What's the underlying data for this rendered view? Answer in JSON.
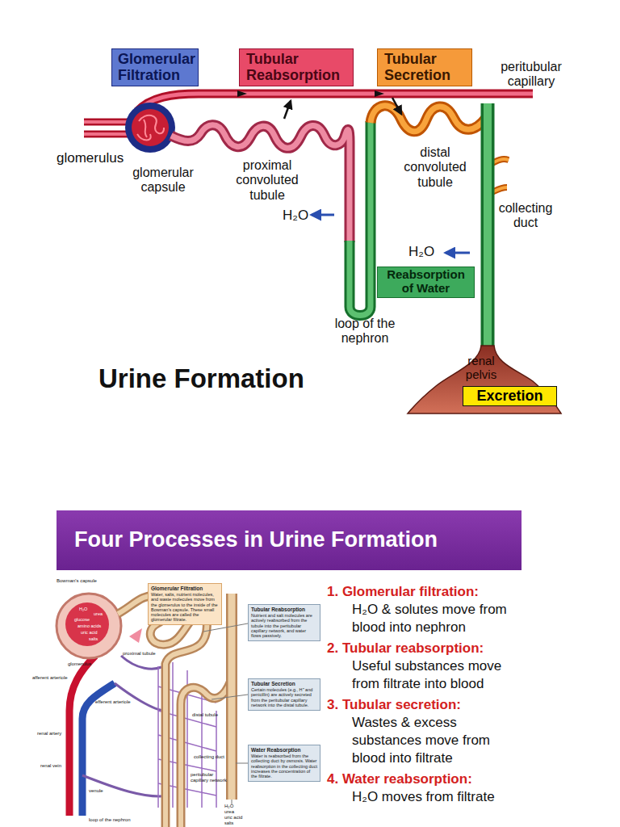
{
  "diagram": {
    "title": "Urine Formation",
    "nodes": [
      {
        "text": [
          "Glomerular Filtration"
        ]
      },
      {
        "text": [
          "Tubular Reabsorption"
        ]
      },
      {
        "text": [
          "Tubular Secretion"
        ]
      },
      {
        "text": [
          "Reabsorption of Water"
        ]
      },
      {
        "text": [
          "Excretion"
        ]
      },
      {
        "text": [
          "Four Processes in Urine Formation"
        ]
      },
      {
        "text": [
          "Glomerular Filtration",
          "Water, salts, nutrient molecules, and waste molecules move from the glomerulus to the inside of the Bowman's capsule. These small molecules are called the glomerular filtrate."
        ]
      },
      {
        "text": [
          "Tubular Reabsorption",
          "Nutrient and salt molecules are actively reabsorbed from the tubule into the peritubular capillary network, and water flows passively."
        ]
      },
      {
        "text": [
          "Tubular Secretion",
          "Certain molecules (e.g., H⁺ and penicillin) are actively secreted from the peritubular capillary network into the distal tubule."
        ]
      },
      {
        "text": [
          "Water Reabsorption",
          "Water is reabsorbed from the collecting duct by osmosis. Water reabsorption in the collecting duct increases the concentration of the filtrate."
        ]
      }
    ],
    "labels": [
      "peritubular capillary",
      "glomerulus",
      "glomerular capsule",
      "proximal convoluted tubule",
      "H₂O",
      "distal convoluted tubule",
      "collecting duct",
      "H₂O",
      "loop of the nephron",
      "renal pelvis",
      "Bowman's capsule",
      "H₂O",
      "urea",
      "glucose",
      "amino acids",
      "uric acid",
      "salts",
      "glomerulus",
      "proximal tubule",
      "afferent arteriole",
      "efferent arteriole",
      "renal artery",
      "renal vein",
      "venule",
      "distal tubule",
      "collecting duct",
      "peritubular capillary network",
      "H₂O",
      "urea",
      "uric acid",
      "salts",
      "loop of the nephron",
      "1. Glomerular filtration:",
      "H₂O & solutes move from blood into nephron",
      "2. Tubular reabsorption:",
      "Useful substances move from filtrate into blood",
      "3. Tubular secretion:",
      "Wastes & excess substances move from blood into filtrate",
      "4. Water reabsorption:",
      "H₂O moves from filtrate"
    ]
  }
}
